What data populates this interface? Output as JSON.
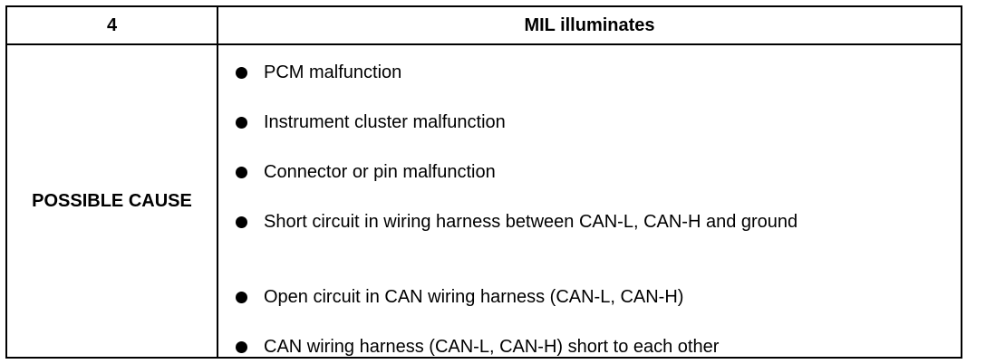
{
  "table": {
    "header": {
      "step_number": "4",
      "symptom": "MIL illuminates"
    },
    "possible_cause_label": "POSSIBLE CAUSE",
    "causes": [
      "PCM malfunction",
      "Instrument cluster malfunction",
      "Connector or pin malfunction",
      "Short circuit in wiring harness between CAN-L, CAN-H and ground",
      "Open circuit in CAN wiring harness (CAN-L, CAN-H)",
      "CAN wiring harness (CAN-L, CAN-H) short to each other"
    ]
  }
}
